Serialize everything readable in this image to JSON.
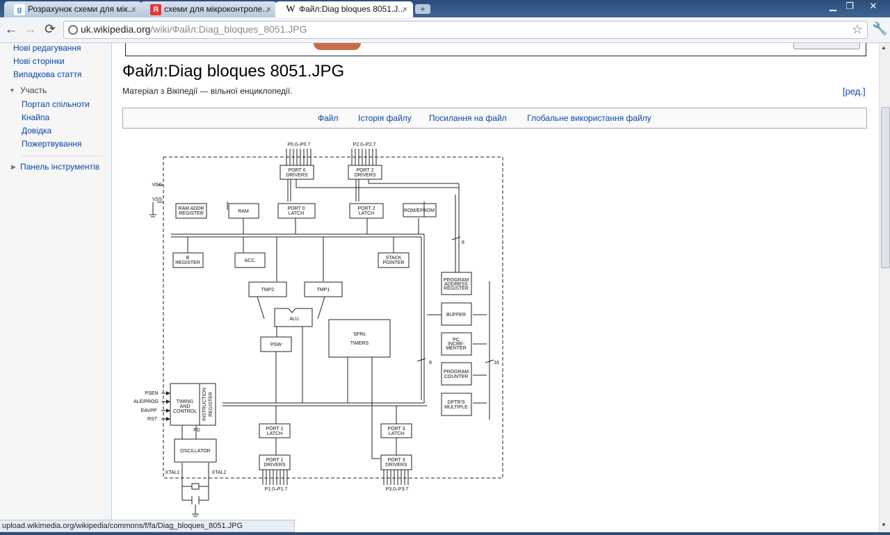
{
  "browser": {
    "tabs": [
      {
        "title": "Розрахунок схеми для мік...",
        "favicon": "google-g"
      },
      {
        "title": "схеми для мікроконтроле...",
        "favicon": "yandex-ya"
      },
      {
        "title": "Файл:Diag bloques 8051.J...",
        "favicon": "wikipedia-w"
      }
    ],
    "close_glyph": "×",
    "url_domain": "uk.wikipedia.org",
    "url_path": "/wiki/Файл:Diag_bloques_8051.JPG",
    "status_url": "upload.wikimedia.org/wikipedia/commons/f/fa/Diag_bloques_8051.JPG"
  },
  "sidebar": {
    "links_top": [
      "Нові редагування",
      "Нові сторінки",
      "Випадкова стаття"
    ],
    "section_participate": "Участь",
    "links_participate": [
      "Портал спільноти",
      "Кнайпа",
      "Довідка",
      "Пожертвування"
    ],
    "section_tools": "Панель інструментів"
  },
  "page": {
    "title": "Файл:Diag bloques 8051.JPG",
    "tagline": "Матеріал з Вікіпедії — вільної енциклопедії.",
    "edit_link": "[ред.]",
    "file_tabs": [
      "Файл",
      "Історія файлу",
      "Посилання на файл",
      "Глобальне використання файлу"
    ]
  },
  "diagram": {
    "labels": {
      "p0": "P0.0–P0.7",
      "p2": "P2.0–P2.7",
      "p1": "P1.0–P1.7",
      "p3": "P3.0–P3.7",
      "port0_drivers": [
        "PORT 0",
        "DRIVERS"
      ],
      "port2_drivers": [
        "PORT 2",
        "DRIVERS"
      ],
      "ram_addr": [
        "RAM ADDR",
        "REGISTER"
      ],
      "ram": "RAM",
      "port0_latch": [
        "PORT 0",
        "LATCH"
      ],
      "port2_latch": [
        "PORT 2",
        "LATCH"
      ],
      "rom": "ROM/EPROM",
      "b_reg": [
        "B",
        "REGISTER"
      ],
      "acc": "ACC",
      "stack": [
        "STACK",
        "POINTER"
      ],
      "tmp2": "TMP2",
      "tmp1": "TMP1",
      "alu": "ALU",
      "psw": "PSW",
      "sfrs": "SFRs",
      "timers": "TIMERS",
      "par": [
        "PROGRAM",
        "ADDRESS",
        "REGISTER"
      ],
      "buffer": "BUFFER",
      "pc_inc": [
        "PC",
        "INCRE-",
        "MENTER"
      ],
      "prog_counter": [
        "PROGRAM",
        "COUNTER"
      ],
      "dptr": [
        "DPTR'S",
        "MULTIPLE"
      ],
      "timing": [
        "TIMING",
        "AND",
        "CONTROL"
      ],
      "instr": "INSTRUCTION",
      "instr2": "REGISTER",
      "pd": "PD",
      "oscillator": "OSCILLATOR",
      "port1_latch": [
        "PORT 1",
        "LATCH"
      ],
      "port1_drivers": [
        "PORT 1",
        "DRIVERS"
      ],
      "port3_latch": [
        "PORT 3",
        "LATCH"
      ],
      "port3_drivers": [
        "PORT 3",
        "DRIVERS"
      ],
      "xtal1": "XTAL1",
      "xtal2": "XTAL2",
      "vcc": "VCC",
      "vss": "VSS",
      "psen": "PSEN",
      "ale": "ALE/PROG",
      "eav": "EAVPP",
      "rst": "RST",
      "bus8a": "8",
      "bus8b": "8",
      "bus16": "16"
    }
  }
}
